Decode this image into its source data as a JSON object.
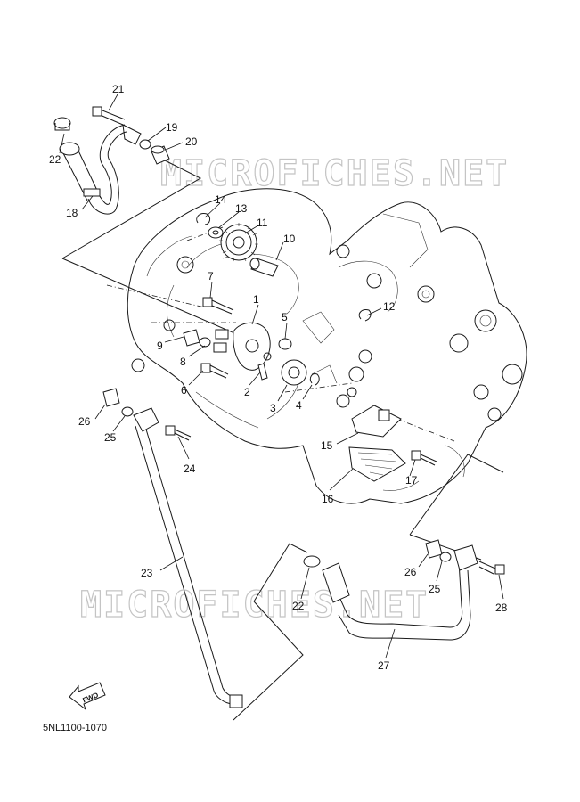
{
  "watermark": "MICROFICHES.NET",
  "diagram_code": "5NL1100-1070",
  "direction_label": "FWD",
  "callouts": [
    "1",
    "2",
    "3",
    "4",
    "5",
    "6",
    "7",
    "8",
    "9",
    "10",
    "11",
    "12",
    "13",
    "14",
    "15",
    "16",
    "17",
    "18",
    "19",
    "20",
    "21",
    "22",
    "23",
    "24",
    "25",
    "26",
    "27",
    "28"
  ],
  "colors": {
    "ink": "#1a1a1a",
    "watermark": "#c4c4c4",
    "background": "#ffffff"
  }
}
